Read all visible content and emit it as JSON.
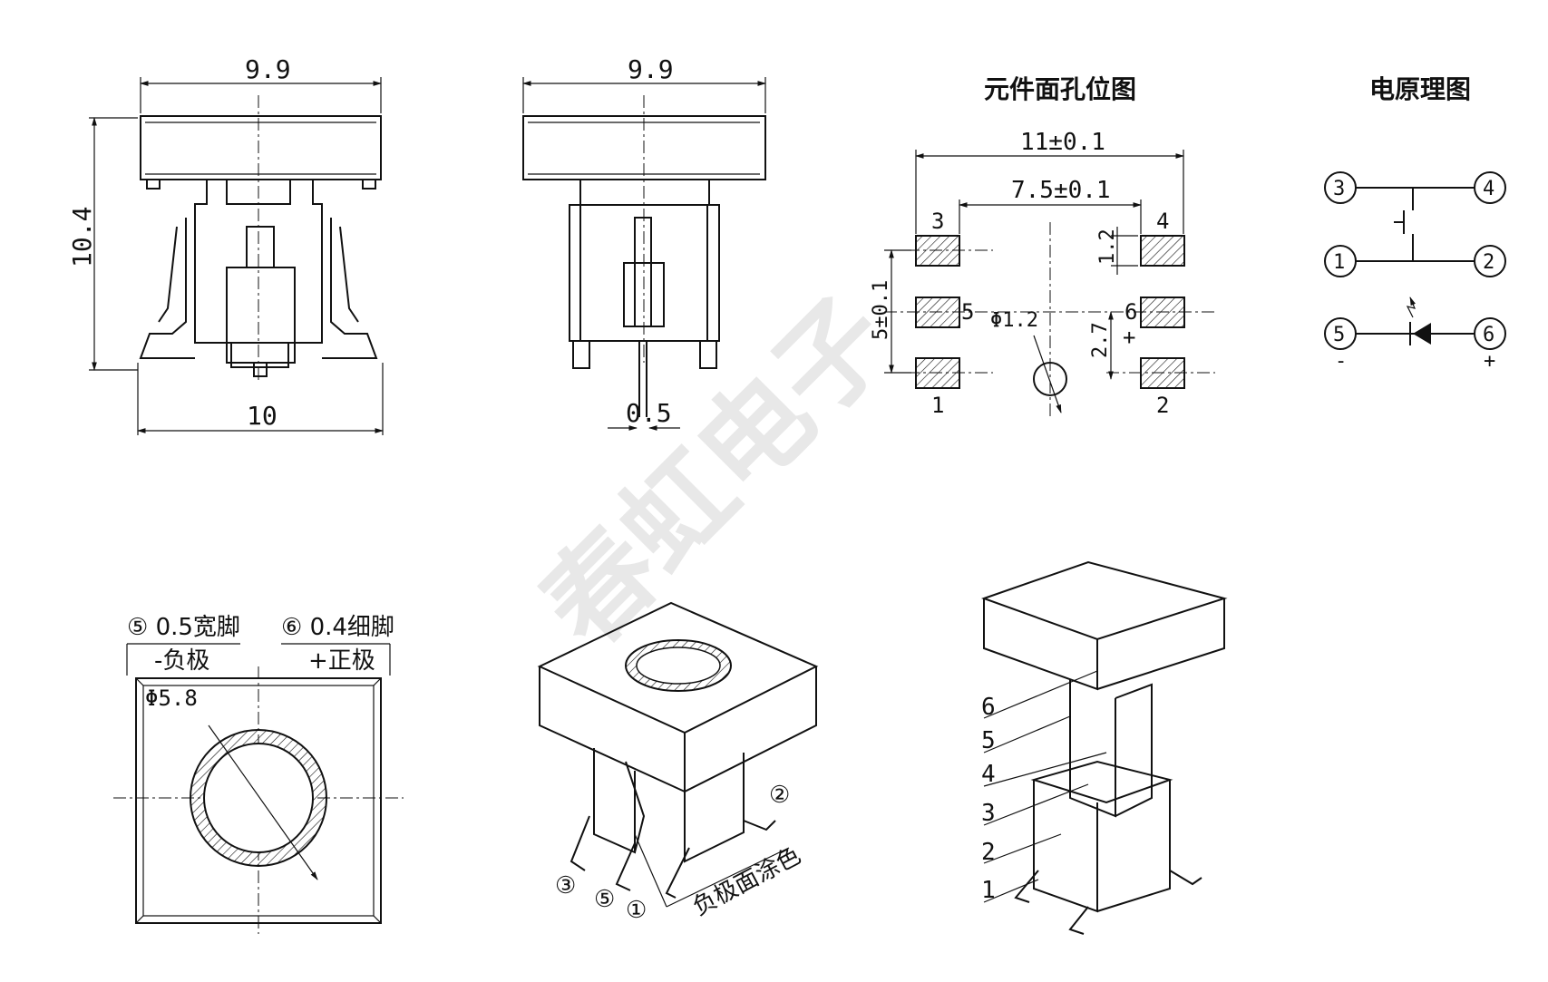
{
  "front_view": {
    "width_top": "9.9",
    "height": "10.4",
    "width_bottom": "10"
  },
  "side_view": {
    "width_top": "9.9",
    "pin_width": "0.5"
  },
  "footprint": {
    "title": "元件面孔位图",
    "overall_width": "11±0.1",
    "inner_width": "7.5±0.1",
    "pad_height": "1.2",
    "vertical_span": "5±0.1",
    "led_offset": "2.7",
    "hole": "Φ1.2",
    "pins": [
      "1",
      "2",
      "3",
      "4",
      "5",
      "6"
    ],
    "plus_sign": "+"
  },
  "schematic": {
    "title": "电原理图",
    "nodes": [
      "1",
      "2",
      "3",
      "4",
      "5",
      "6"
    ],
    "minus": "-",
    "plus": "+"
  },
  "top_view": {
    "pin5_label": "⑤ 0.5宽脚",
    "pin5_polarity": "-负极",
    "pin6_label": "⑥ 0.4细脚",
    "pin6_polarity": "+正极",
    "lens_diameter": "Φ5.8"
  },
  "iso_view": {
    "pin_labels": [
      "③",
      "⑤",
      "①",
      "②"
    ],
    "note": "负极面涂色"
  },
  "exploded_view": {
    "part_numbers": [
      "6",
      "5",
      "4",
      "3",
      "2",
      "1"
    ]
  },
  "watermark": "春虹电子"
}
